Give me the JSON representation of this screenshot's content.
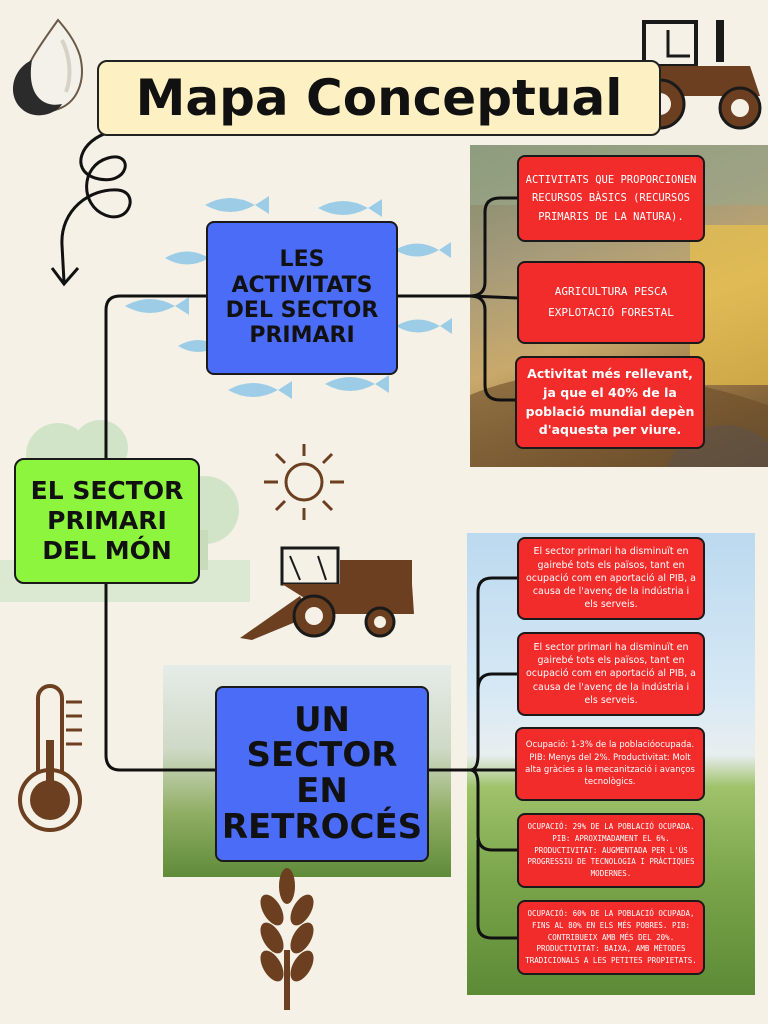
{
  "title": "Mapa Conceptual",
  "nodes": {
    "sector_primari": "EL SECTOR PRIMARI DEL MÓN",
    "activitats": "LES ACTIVITATS DEL SECTOR PRIMARI",
    "retroces": "UN SECTOR EN RETROCÉS"
  },
  "activitats_info": [
    "ACTIVITATS QUE PROPORCIONEN RECURSOS BÀSICS (RECURSOS PRIMARIS DE LA NATURA).",
    "AGRICULTURA PESCA EXPLOTACIÓ FORESTAL",
    "Activitat més rellevant, ja que el 40% de la població mundial depèn d'aquesta per viure."
  ],
  "retroces_info": [
    "El sector primari ha disminuït en gairebé tots els països, tant en ocupació com en aportació al PIB, a causa de l'avenç de la indústria i els serveis.",
    "El sector primari ha disminuït en gairebé tots els països, tant en ocupació com en aportació al PIB, a causa de l'avenç de la indústria i els serveis.",
    "Ocupació: 1-3% de la poblacióocupada. PIB: Menys del 2%. Productivitat: Molt alta gràcies a la mecanització i avanços tecnològics.",
    "OCUPACIÓ: 29% DE LA POBLACIÓ OCUPADA. PIB: APROXIMADAMENT EL 6%. PRODUCTIVITAT: AUGMENTADA PER L'ÚS PROGRESSIU DE TECNOLOGIA I PRÀCTIQUES MODERNES.",
    "OCUPACIÓ: 60% DE LA POBLACIÓ OCUPADA, FINS AL 80% EN ELS MÉS POBRES. PIB: CONTRIBUEIX AMB MÉS DEL 20%. PRODUCTIVITAT: BAIXA, AMB MÈTODES TRADICIONALS A LES PETITES PROPIETATS."
  ],
  "colors": {
    "background": "#f6f1e7",
    "title_banner": "#fdf0c2",
    "blue_node": "#4a6cf7",
    "green_node": "#8df53d",
    "red_box": "#f22b2b",
    "icon_brown": "#6b3f1f",
    "fish": "#8ec7e6"
  },
  "icons": [
    "tractor-icon",
    "fish-icon",
    "sun-icon",
    "harvester-icon",
    "thermometer-icon",
    "wheat-icon",
    "tree-icon",
    "drop-icon",
    "moon-icon",
    "spiral-arrow-icon"
  ]
}
